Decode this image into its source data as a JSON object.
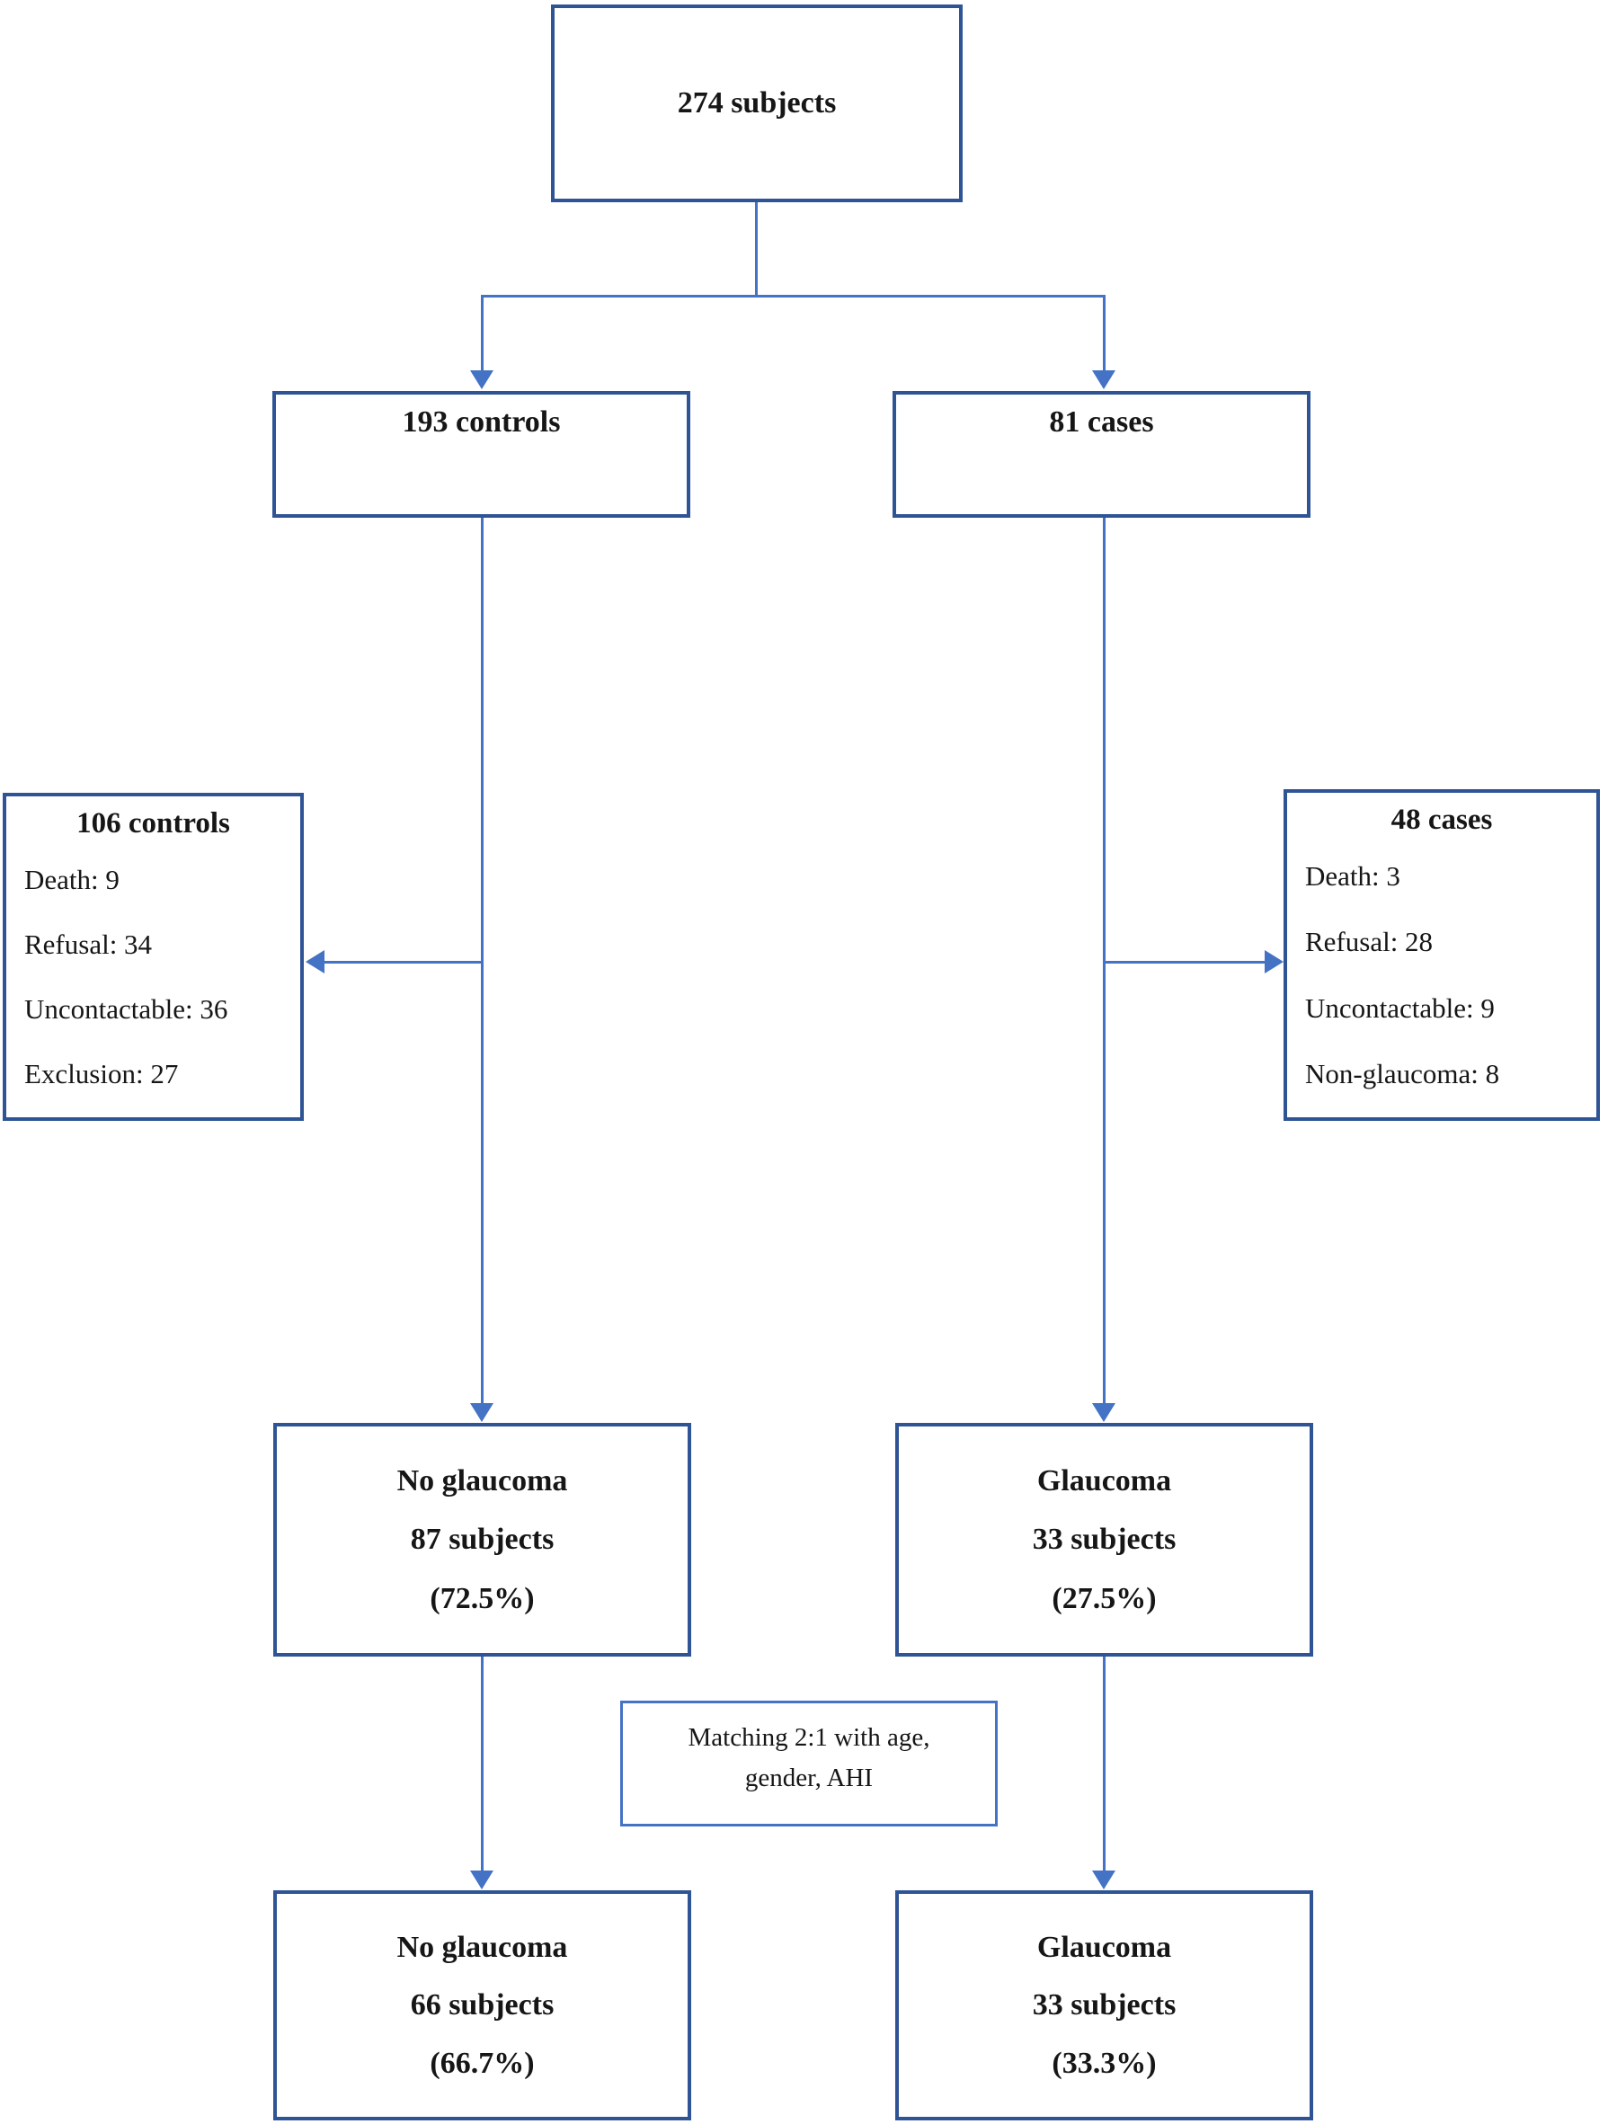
{
  "figure": {
    "background": "#ffffff",
    "colors": {
      "box_border": "#2F5496",
      "connector": "#4472C4",
      "matching_border": "#4472C4",
      "text": "#161616"
    },
    "nodes": {
      "total": {
        "label": "274 subjects"
      },
      "controls": {
        "label": "193 controls"
      },
      "cases": {
        "label": "81 cases"
      },
      "controls_excluded": {
        "title": "106 controls",
        "items": [
          "Death: 9",
          "Refusal: 34",
          "Uncontactable: 36",
          "Exclusion: 27"
        ]
      },
      "cases_excluded": {
        "title": "48 cases",
        "items": [
          "Death: 3",
          "Refusal: 28",
          "Uncontactable: 9",
          "Non-glaucoma: 8"
        ]
      },
      "no_glaucoma_initial": {
        "lines": [
          "No glaucoma",
          "87 subjects",
          "(72.5%)"
        ]
      },
      "glaucoma_initial": {
        "lines": [
          "Glaucoma",
          "33 subjects",
          "(27.5%)"
        ]
      },
      "matching": {
        "lines": [
          "Matching 2:1 with age,",
          "gender, AHI"
        ]
      },
      "no_glaucoma_matched": {
        "lines": [
          "No glaucoma",
          "66 subjects",
          "(66.7%)"
        ]
      },
      "glaucoma_matched": {
        "lines": [
          "Glaucoma",
          "33 subjects",
          "(33.3%)"
        ]
      }
    }
  }
}
